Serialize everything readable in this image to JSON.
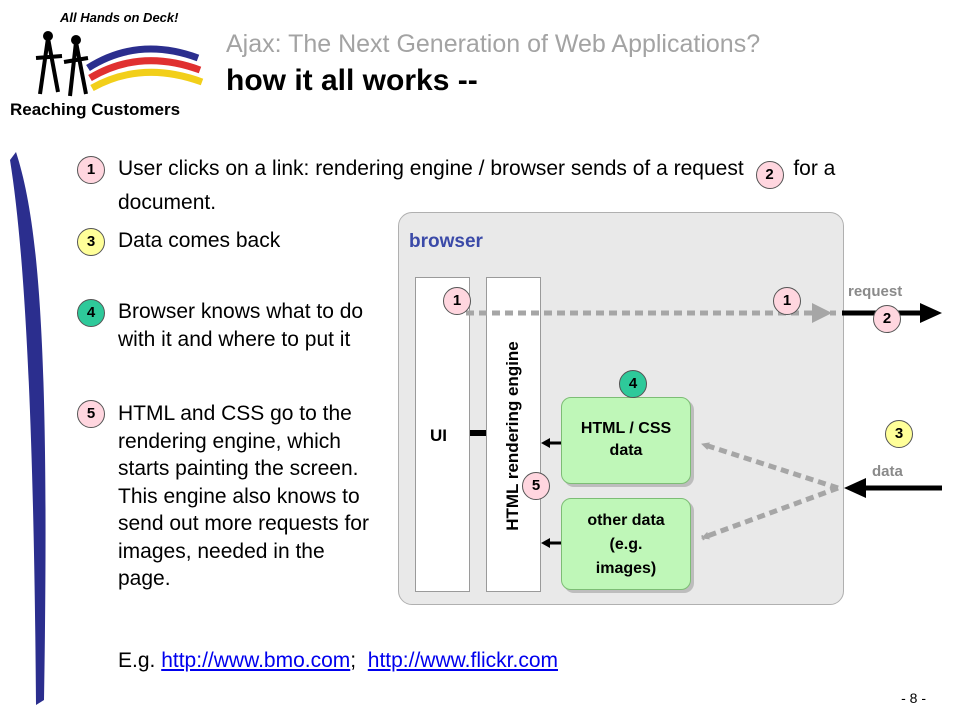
{
  "logo": {
    "text_top": "All Hands on Deck!",
    "text_bottom": "Reaching Customers"
  },
  "header": {
    "subtitle": "Ajax: The Next Generation of Web Applications?",
    "title": "how it all works --"
  },
  "steps": [
    {
      "num": "1",
      "text_a": "User clicks on a link: rendering engine / browser sends of a request",
      "inline_num": "2",
      "text_b": "for a document."
    },
    {
      "num": "3",
      "text": "Data comes back"
    },
    {
      "num": "4",
      "text": "Browser knows what to do with it and where to put it"
    },
    {
      "num": "5",
      "text": "HTML and CSS go to the rendering engine, which starts painting the screen. This engine also knows to send out more requests for images, needed in the page."
    }
  ],
  "example": {
    "prefix": "E.g. ",
    "link1": "http://www.bmo.com",
    "sep": ";  ",
    "link2": "http://www.flickr.com"
  },
  "diagram": {
    "browser_label": "browser",
    "ui_label": "UI",
    "engine_label": "HTML rendering engine",
    "html_box": "HTML / CSS data",
    "other_box": "other data  (e.g. images)",
    "request_label": "request",
    "data_label": "data",
    "badges": {
      "ui": "1",
      "net": "1",
      "request": "2",
      "data": "3",
      "html": "4",
      "engine": "5"
    }
  },
  "colors": {
    "pink": "#ffd6df",
    "yellow": "#ffff99",
    "green": "#2ec99a",
    "accent": "#3b4aa8"
  },
  "page_number": "- 8 -"
}
